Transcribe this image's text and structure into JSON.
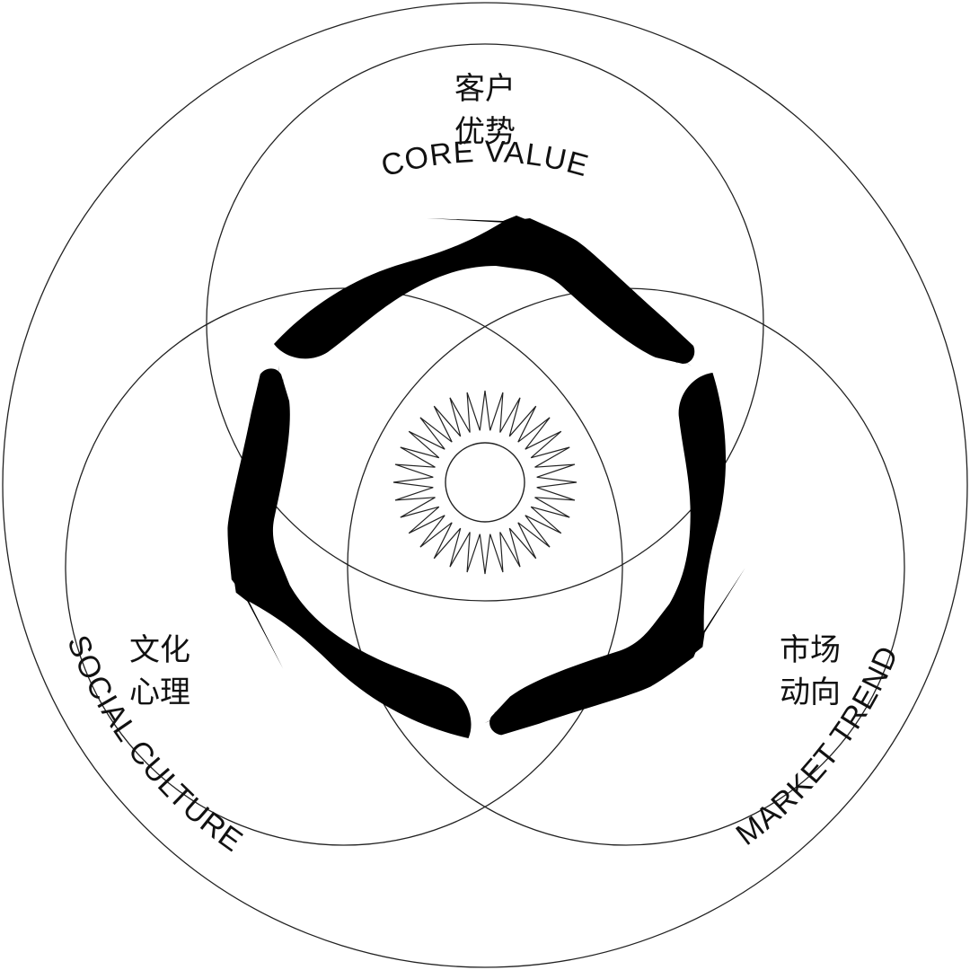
{
  "outer_labels": {
    "top": "CORE VALUE",
    "left": "SOCIAL CULTURE",
    "right": "MARKET TREND"
  },
  "circle_labels": {
    "top": {
      "line1": "客户",
      "line2": "优势"
    },
    "left": {
      "line1": "文化",
      "line2": "心理"
    },
    "right": {
      "line1": "市场",
      "line2": "动向"
    }
  },
  "colors": {
    "stroke": "#222222",
    "background": "#ffffff"
  },
  "icons": [
    "sun-icon",
    "hands-icon"
  ]
}
